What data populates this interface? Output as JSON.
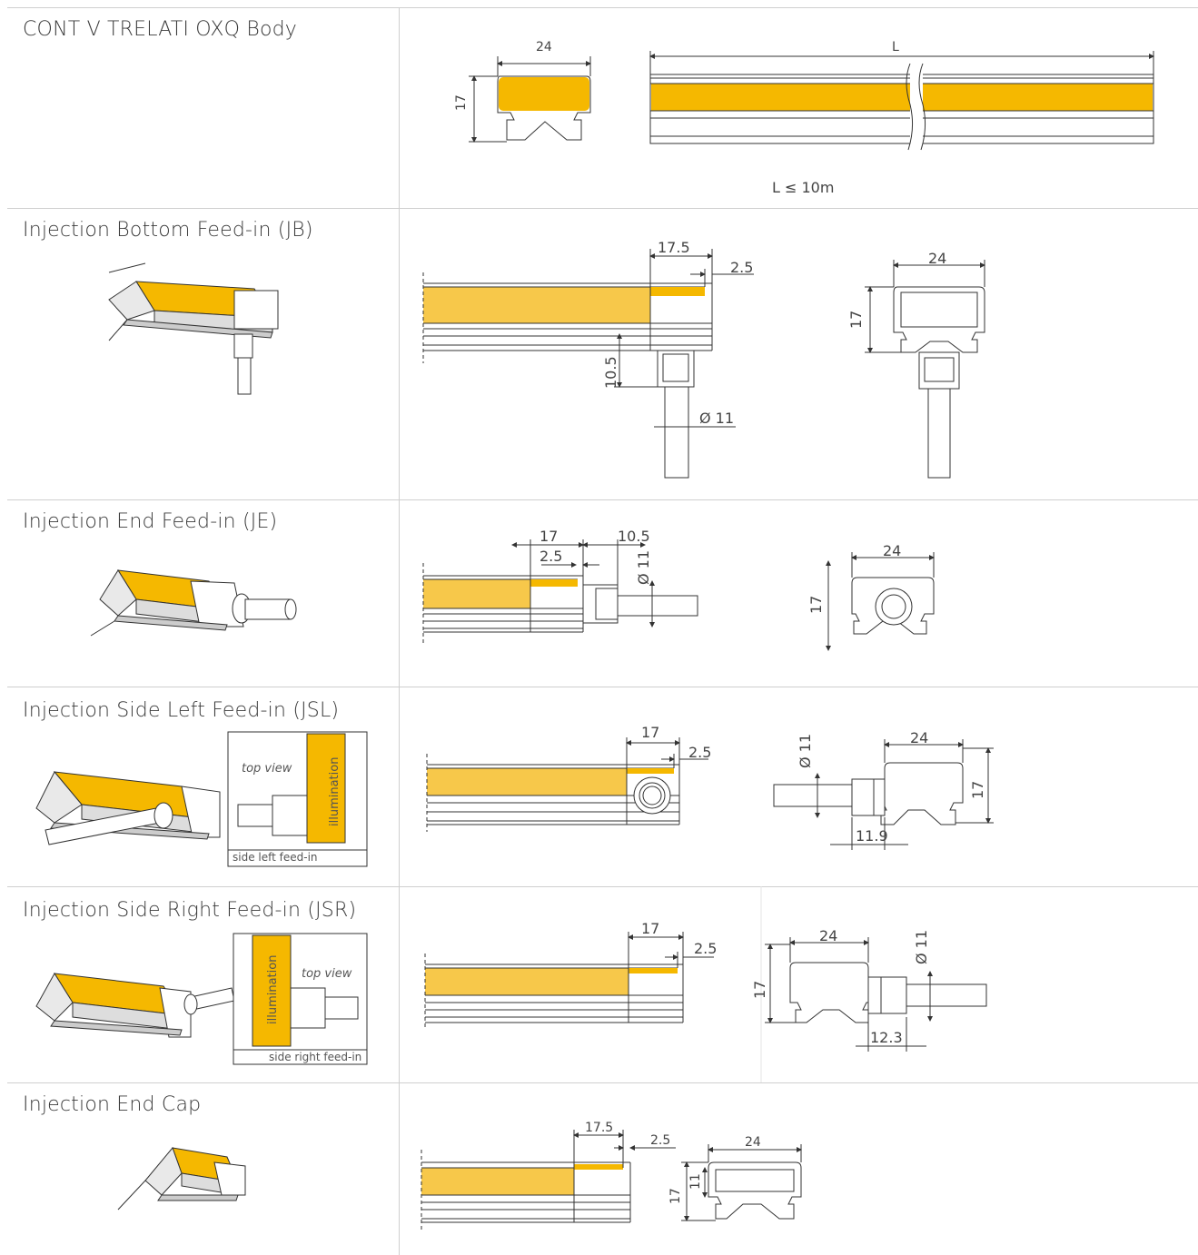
{
  "rows": [
    {
      "title": "CONT V TRELATI OXQ Body",
      "dims": {
        "w": "24",
        "h": "17",
        "l": "L",
        "note": "L ≤ 10m"
      }
    },
    {
      "title": "Injection Bottom Feed-in (JB)",
      "dims": {
        "a": "17.5",
        "b": "2.5",
        "c": "10.5",
        "d": "Ø 11",
        "w": "24",
        "h": "17"
      }
    },
    {
      "title": "Injection End Feed-in (JE)",
      "dims": {
        "a": "17",
        "b": "2.5",
        "c": "10.5",
        "d": "Ø 11",
        "w": "24",
        "h": "17"
      }
    },
    {
      "title": "Injection Side Left Feed-in  (JSL)",
      "inset": {
        "top": "top view",
        "illum": "illumination",
        "caption": "side left feed-in"
      },
      "dims": {
        "a": "17",
        "b": "2.5",
        "d": "Ø 11",
        "w": "24",
        "h": "17",
        "e": "11.9"
      }
    },
    {
      "title": "Injection Side Right Feed-in  (JSR)",
      "inset": {
        "top": "top view",
        "illum": "illumination",
        "caption": "side right feed-in"
      },
      "dims": {
        "a": "17",
        "b": "2.5",
        "d": "Ø 11",
        "w": "24",
        "h": "17",
        "e": "12.3"
      }
    },
    {
      "title": "Injection End Cap",
      "dims": {
        "a": "17.5",
        "b": "2.5",
        "w": "24",
        "h": "17",
        "i": "11"
      }
    }
  ],
  "colors": {
    "amber": "#f5b800",
    "amberLight": "#f7c84a",
    "line": "#333333",
    "border": "#cfcfcf"
  }
}
